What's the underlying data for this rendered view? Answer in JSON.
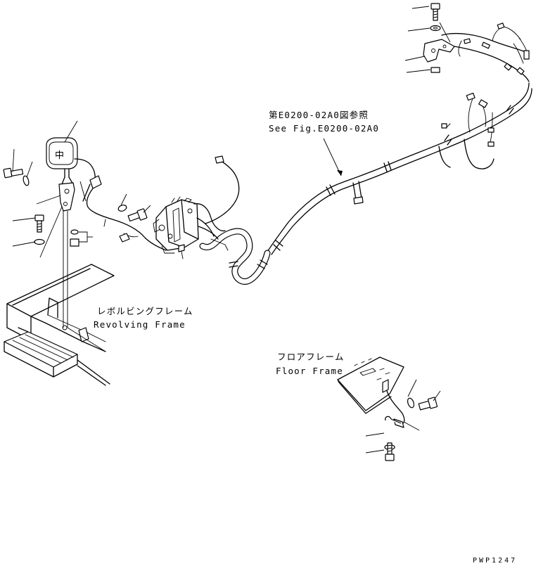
{
  "labels": {
    "ref_jp": "第E0200-02A0図参照",
    "ref_en": "See Fig.E0200-02A0",
    "revolving_jp": "レボルビングフレーム",
    "revolving_en": "Revolving Frame",
    "floor_jp": "フロアフレーム",
    "floor_en": "Floor Frame",
    "drawing_code": "PWP1247"
  },
  "lamp": {
    "glyph": "中"
  }
}
